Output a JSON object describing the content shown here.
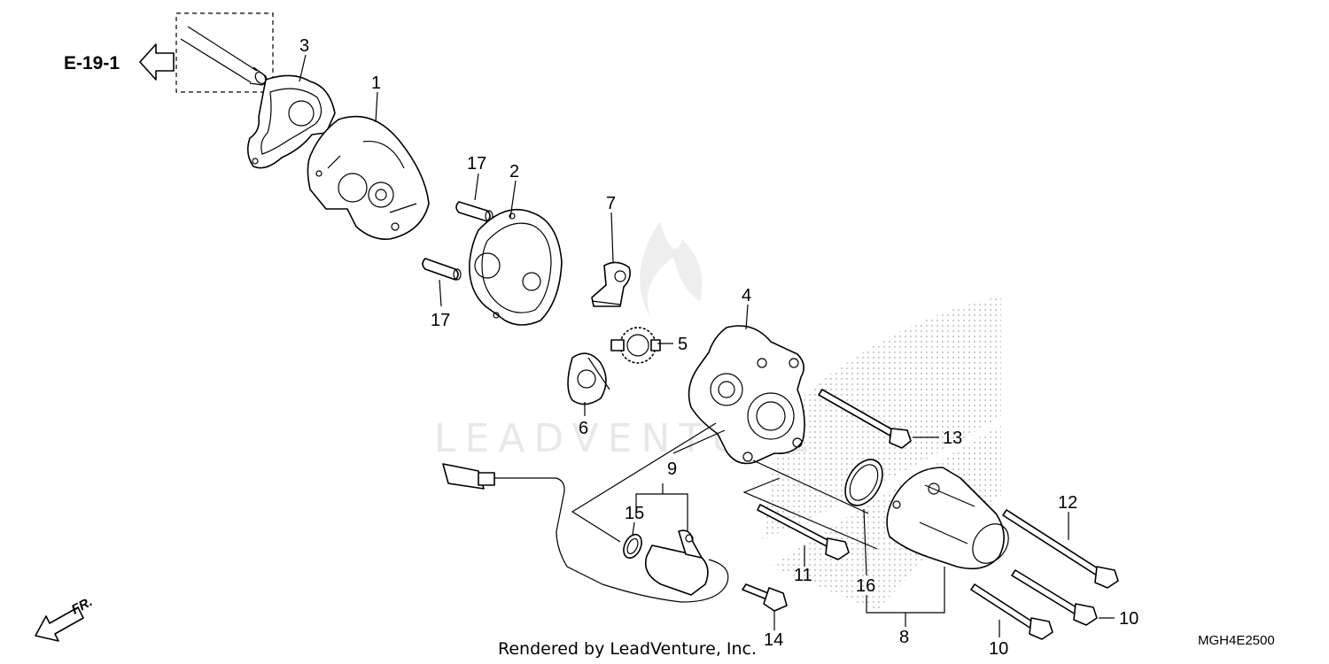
{
  "reference": {
    "text": "E-19-1"
  },
  "watermark": {
    "text": "LEADVENTURE"
  },
  "credit": "Rendered by LeadVenture, Inc.",
  "diagram_code": "MGH4E2500",
  "front_indicator": "FR.",
  "callouts": [
    "1",
    "2",
    "3",
    "4",
    "5",
    "6",
    "7",
    "8",
    "9",
    "10",
    "10",
    "11",
    "12",
    "13",
    "14",
    "15",
    "16",
    "17",
    "17"
  ],
  "colors": {
    "line": "#000000",
    "background": "#ffffff",
    "watermark": "#d9d9d9"
  }
}
